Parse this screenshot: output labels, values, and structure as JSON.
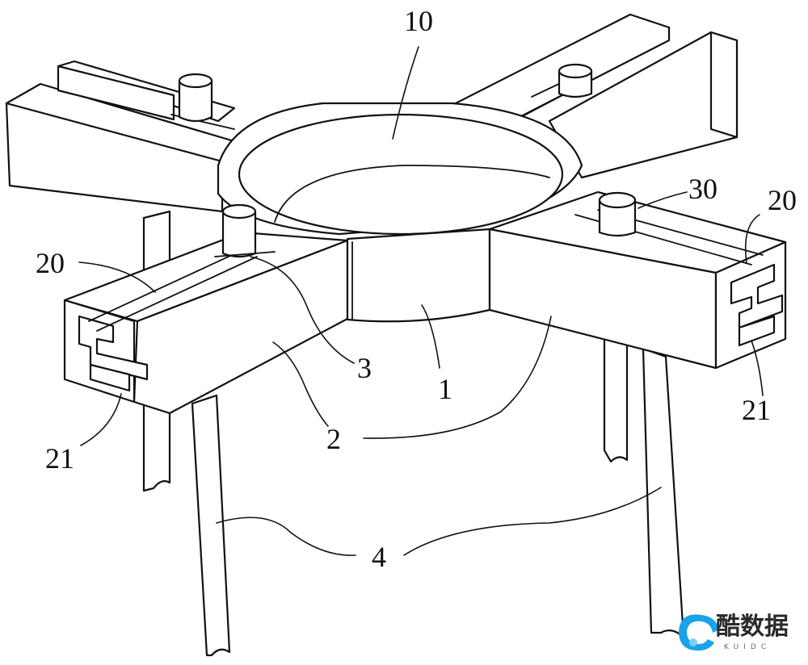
{
  "figure": {
    "labels": {
      "l10": "10",
      "l30": "30",
      "l20a": "20",
      "l20b": "20",
      "l3": "3",
      "l1": "1",
      "l2": "2",
      "l21a": "21",
      "l21b": "21",
      "l4": "4"
    },
    "watermark": {
      "text": "酷数据",
      "subtext": "KUIDC",
      "colors": {
        "primary": "#1aa3e8",
        "secondary": "#7fd0f5"
      }
    }
  }
}
